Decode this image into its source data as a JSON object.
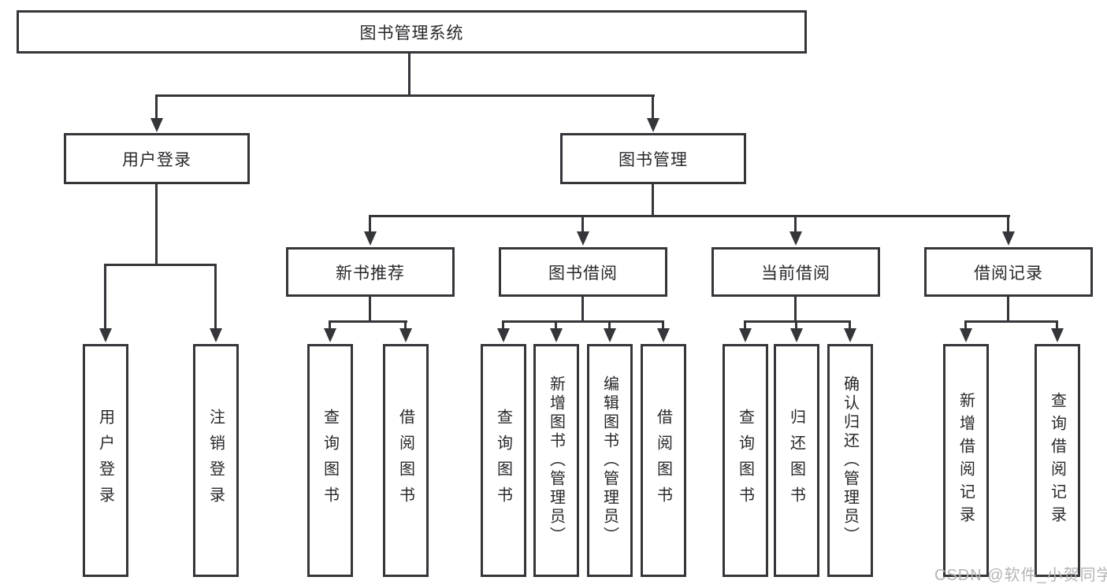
{
  "diagram": {
    "root": {
      "label": "图书管理系统"
    },
    "level2": [
      {
        "label": "用户登录",
        "parent": "图书管理系统"
      },
      {
        "label": "图书管理",
        "parent": "图书管理系统"
      }
    ],
    "level3": [
      {
        "label": "新书推荐",
        "parent": "图书管理"
      },
      {
        "label": "图书借阅",
        "parent": "图书管理"
      },
      {
        "label": "当前借阅",
        "parent": "图书管理"
      },
      {
        "label": "借阅记录",
        "parent": "图书管理"
      }
    ],
    "leaves": [
      {
        "label": "用户登录",
        "parent": "用户登录"
      },
      {
        "label": "注销登录",
        "parent": "用户登录"
      },
      {
        "label": "查询图书",
        "parent": "新书推荐"
      },
      {
        "label": "借阅图书",
        "parent": "新书推荐"
      },
      {
        "label": "查询图书",
        "parent": "图书借阅"
      },
      {
        "label": "新增图书（管理员）",
        "parent": "图书借阅"
      },
      {
        "label": "编辑图书（管理员）",
        "parent": "图书借阅"
      },
      {
        "label": "借阅图书",
        "parent": "图书借阅"
      },
      {
        "label": "查询图书",
        "parent": "当前借阅"
      },
      {
        "label": "归还图书",
        "parent": "当前借阅"
      },
      {
        "label": "确认归还（管理员）",
        "parent": "当前借阅"
      },
      {
        "label": "新增借阅记录",
        "parent": "借阅记录"
      },
      {
        "label": "查询借阅记录",
        "parent": "借阅记录"
      }
    ]
  },
  "watermark": {
    "text": "CSDN @软件_小贺同学"
  },
  "colors": {
    "line": "#35363a",
    "text": "#28282c",
    "watermark": "#b4b4b4",
    "background": "#ffffff"
  }
}
